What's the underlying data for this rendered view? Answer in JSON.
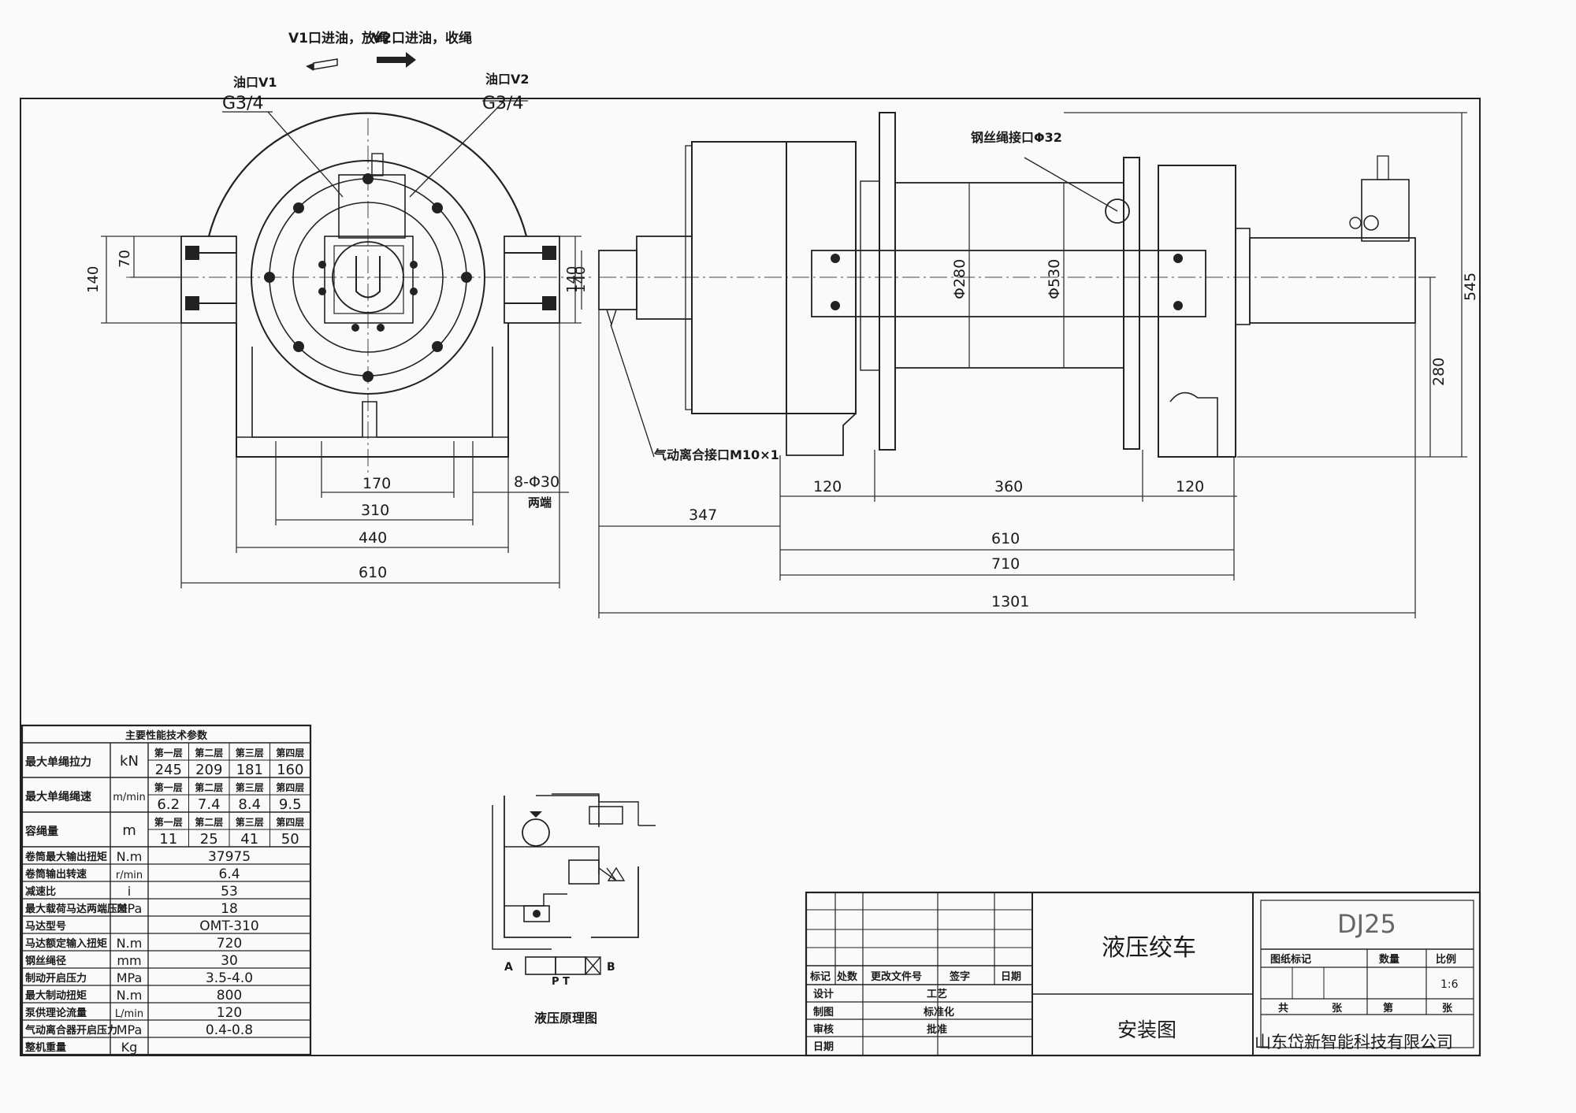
{
  "front_view": {
    "port_v1_flow": "V1口进油，放绳",
    "port_v2_flow": "V2口进油，收绳",
    "oil_port_v1": "油口V1",
    "oil_port_v1_thread": "G3/4",
    "oil_port_v2": "油口V2",
    "oil_port_v2_thread": "G3/4",
    "dims": {
      "h140": "140",
      "h70": "70",
      "w170": "170",
      "w310": "310",
      "w440": "440",
      "w610": "610",
      "holes": "8-Φ30",
      "holes_note": "两端"
    }
  },
  "side_view": {
    "rope_port": "钢丝绳接口Φ32",
    "clutch_port": "气动离合接口M10×1",
    "dims": {
      "h140": "140",
      "d280": "Φ280",
      "d530": "Φ530",
      "h545": "545",
      "h280": "280",
      "w347": "347",
      "w120a": "120",
      "w360": "360",
      "w120b": "120",
      "w610": "610",
      "w710": "710",
      "w1301": "1301"
    }
  },
  "param_table": {
    "title": "主要性能技术参数",
    "layer_headers": [
      "第一层",
      "第二层",
      "第三层",
      "第四层"
    ],
    "rows_layer": [
      {
        "label": "最大单绳拉力",
        "unit": "kN",
        "values": [
          "245",
          "209",
          "181",
          "160"
        ]
      },
      {
        "label": "最大单绳绳速",
        "unit": "m/min",
        "values": [
          "6.2",
          "7.4",
          "8.4",
          "9.5"
        ]
      },
      {
        "label": "容绳量",
        "unit": "m",
        "values": [
          "11",
          "25",
          "41",
          "50"
        ]
      }
    ],
    "rows_single": [
      {
        "label": "卷筒最大输出扭矩",
        "unit": "N.m",
        "value": "37975"
      },
      {
        "label": "卷筒输出转速",
        "unit": "r/min",
        "value": "6.4"
      },
      {
        "label": "减速比",
        "unit": "i",
        "value": "53"
      },
      {
        "label": "最大载荷马达两端压差",
        "unit": "MPa",
        "value": "18"
      },
      {
        "label": "马达型号",
        "unit": "",
        "value": "OMT-310"
      },
      {
        "label": "马达额定输入扭矩",
        "unit": "N.m",
        "value": "720"
      },
      {
        "label": "钢丝绳径",
        "unit": "mm",
        "value": "30"
      },
      {
        "label": "制动开启压力",
        "unit": "MPa",
        "value": "3.5-4.0"
      },
      {
        "label": "最大制动扭矩",
        "unit": "N.m",
        "value": "800"
      },
      {
        "label": "泵供理论流量",
        "unit": "L/min",
        "value": "120"
      },
      {
        "label": "气动离合器开启压力",
        "unit": "MPa",
        "value": "0.4-0.8"
      },
      {
        "label": "整机重量",
        "unit": "Kg",
        "value": ""
      }
    ]
  },
  "schematic": {
    "caption": "液压原理图",
    "port_a": "A",
    "port_b": "B",
    "port_pt": "P T"
  },
  "title_block": {
    "product_name": "液压绞车",
    "drawing_name": "安装图",
    "model": "DJ25",
    "company": "山东岱新智能科技有限公司",
    "rev_headers": [
      "标记",
      "处数",
      "更改文件号",
      "签字",
      "日期"
    ],
    "sign_rows": [
      {
        "left": "设计",
        "right": "工艺"
      },
      {
        "left": "制图",
        "right": "标准化"
      },
      {
        "left": "审核",
        "right": "批准"
      },
      {
        "left": "日期",
        "right": ""
      }
    ],
    "info_headers": [
      "图纸标记",
      "数量",
      "比例"
    ],
    "scale": "1:6",
    "sheets_total": "共",
    "sheets_total_unit": "张",
    "sheet_no": "第",
    "sheet_no_unit": "张"
  }
}
